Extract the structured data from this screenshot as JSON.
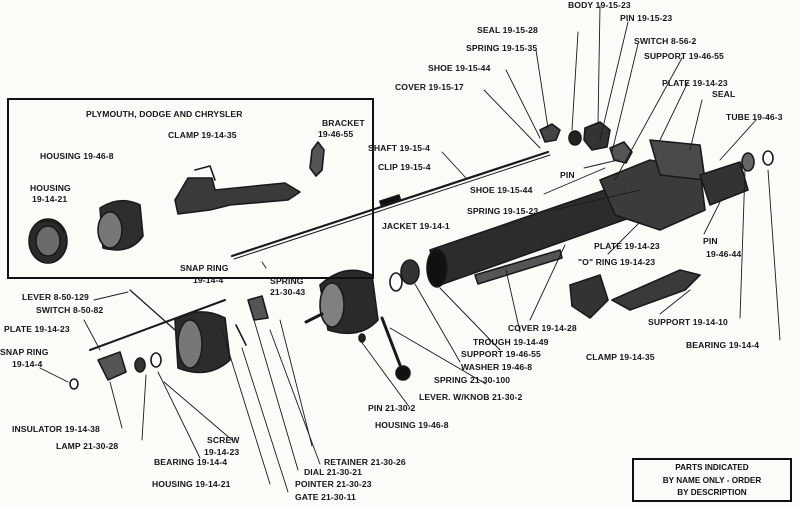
{
  "inset": {
    "title": "PLYMOUTH, DODGE AND CHRYSLER",
    "labels": [
      {
        "id": "clamp",
        "text": "CLAMP 19-14-35"
      },
      {
        "id": "bracket-1",
        "text": "BRACKET"
      },
      {
        "id": "bracket-2",
        "text": "19-46-55"
      },
      {
        "id": "housing-a",
        "text": "HOUSING 19-46-8"
      },
      {
        "id": "housing-b1",
        "text": "HOUSING"
      },
      {
        "id": "housing-b2",
        "text": "19-14-21"
      }
    ]
  },
  "labels": [
    {
      "id": "body",
      "text": "BODY 19-15-23"
    },
    {
      "id": "seal-top",
      "text": "SEAL 19-15-28"
    },
    {
      "id": "pin-top",
      "text": "PIN 19-15-23"
    },
    {
      "id": "spring-15-35",
      "text": "SPRING 19-15-35"
    },
    {
      "id": "switch-8-56-2",
      "text": "SWITCH 8-56-2"
    },
    {
      "id": "shoe-top",
      "text": "SHOE 19-15-44"
    },
    {
      "id": "support-46-55-top",
      "text": "SUPPORT 19-46-55"
    },
    {
      "id": "cover-15-17",
      "text": "COVER 19-15-17"
    },
    {
      "id": "plate-top",
      "text": "PLATE 19-14-23"
    },
    {
      "id": "seal-right",
      "text": "SEAL"
    },
    {
      "id": "tube",
      "text": "TUBE 19-46-3"
    },
    {
      "id": "shaft",
      "text": "SHAFT 19-15-4"
    },
    {
      "id": "clip",
      "text": "CLIP 19-15-4"
    },
    {
      "id": "pin-mid",
      "text": "PIN"
    },
    {
      "id": "shoe-mid",
      "text": "SHOE 19-15-44"
    },
    {
      "id": "spring-15-23",
      "text": "SPRING 19-15-23"
    },
    {
      "id": "jacket",
      "text": "JACKET 19-14-1"
    },
    {
      "id": "plate-mid",
      "text": "PLATE 19-14-23"
    },
    {
      "id": "pin-46-44-a",
      "text": "PIN"
    },
    {
      "id": "pin-46-44-b",
      "text": "19-46-44"
    },
    {
      "id": "o-ring",
      "text": "\"O\" RING 19-14-23"
    },
    {
      "id": "snap-ring-top-a",
      "text": "SNAP RING"
    },
    {
      "id": "snap-ring-top-b",
      "text": "19-14-4"
    },
    {
      "id": "spring-21-30-43-a",
      "text": "SPRING"
    },
    {
      "id": "spring-21-30-43-b",
      "text": "21-30-43"
    },
    {
      "id": "lever-8-50-129",
      "text": "LEVER 8-50-129"
    },
    {
      "id": "switch-8-50-82",
      "text": "SWITCH 8-50-82"
    },
    {
      "id": "plate-left",
      "text": "PLATE 19-14-23"
    },
    {
      "id": "snap-ring-left-a",
      "text": "SNAP RING"
    },
    {
      "id": "snap-ring-left-b",
      "text": "19-14-4"
    },
    {
      "id": "cover-14-28",
      "text": "COVER 19-14-28"
    },
    {
      "id": "trough",
      "text": "TROUGH 19-14-49"
    },
    {
      "id": "support-46-55-mid",
      "text": "SUPPORT 19-46-55"
    },
    {
      "id": "washer",
      "text": "WASHER 19-46-8"
    },
    {
      "id": "spring-21-30-100",
      "text": "SPRING 21-30-100"
    },
    {
      "id": "lever-knob",
      "text": "LEVER. W/KNOB 21-30-2"
    },
    {
      "id": "support-14-10",
      "text": "SUPPORT 19-14-10"
    },
    {
      "id": "clamp-right",
      "text": "CLAMP 19-14-35"
    },
    {
      "id": "bearing-right",
      "text": "BEARING 19-14-4"
    },
    {
      "id": "pin-21-30-2",
      "text": "PIN 21-30-2"
    },
    {
      "id": "housing-19-46-8",
      "text": "HOUSING 19-46-8"
    },
    {
      "id": "insulator",
      "text": "INSULATOR 19-14-38"
    },
    {
      "id": "lamp",
      "text": "LAMP 21-30-28"
    },
    {
      "id": "screw-a",
      "text": "SCREW"
    },
    {
      "id": "screw-b",
      "text": "19-14-23"
    },
    {
      "id": "bearing-left",
      "text": "BEARING 19-14-4"
    },
    {
      "id": "retainer",
      "text": "RETAINER 21-30-26"
    },
    {
      "id": "dial",
      "text": "DIAL 21-30-21"
    },
    {
      "id": "housing-19-14-21",
      "text": "HOUSING 19-14-21"
    },
    {
      "id": "pointer",
      "text": "POINTER 21-30-23"
    },
    {
      "id": "gate",
      "text": "GATE 21-30-11"
    }
  ],
  "notice": {
    "line1": "PARTS INDICATED",
    "line2": "BY NAME ONLY - ORDER",
    "line3": "BY DESCRIPTION"
  }
}
